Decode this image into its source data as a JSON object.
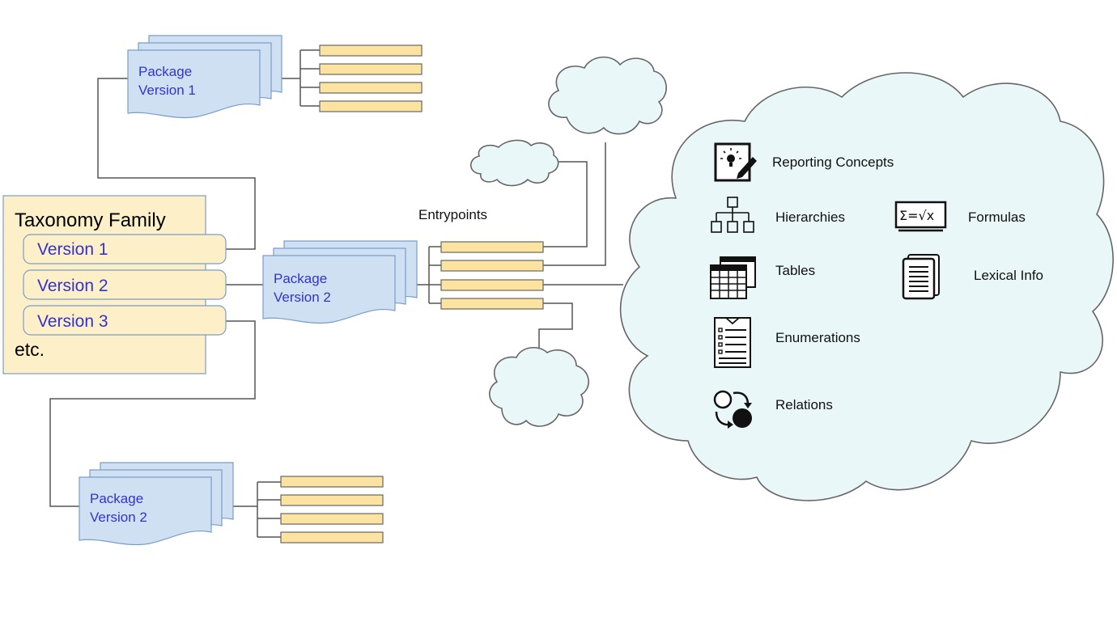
{
  "taxonomy_family": {
    "title": "Taxonomy Family",
    "versions": [
      "Version 1",
      "Version 2",
      "Version 3"
    ],
    "etc": "etc."
  },
  "packages": {
    "top": [
      "Package",
      "Version 1"
    ],
    "middle": [
      "Package",
      "Version 2"
    ],
    "bottom": [
      "Package",
      "Version 2"
    ]
  },
  "entrypoints_label": "Entrypoints",
  "concepts": {
    "reporting_concepts": "Reporting Concepts",
    "hierarchies": "Hierarchies",
    "formulas": "Formulas",
    "tables": "Tables",
    "lexical_info": "Lexical Info",
    "enumerations": "Enumerations",
    "relations": "Relations"
  },
  "icons": [
    "reporting-concepts-icon",
    "hierarchy-icon",
    "formula-icon",
    "table-icon",
    "lexical-info-icon",
    "enumeration-icon",
    "relations-icon"
  ],
  "colors": {
    "package_fill": "#cfe0f3",
    "package_text": "#3333cc",
    "family_fill": "#fdf0c8",
    "entrypoint_fill": "#fce3a0",
    "cloud_fill": "#eaf7f8"
  }
}
